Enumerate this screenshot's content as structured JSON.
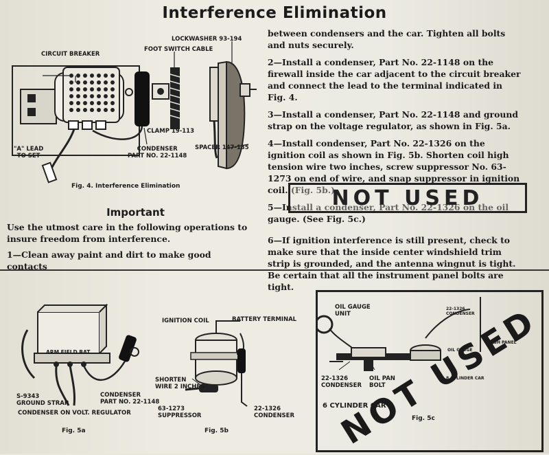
{
  "title": "Interference Elimination",
  "right_column": [
    "between condensers and the car. Tighten all bolts and nuts securely.",
    "2—Install a condenser, Part No. 22-1148 on the firewall inside the car adjacent to the circuit breaker and connect the lead to the terminal indicated in Fig. 4.",
    "3—Install a condenser, Part No. 22-1148 and ground strap on the voltage regulator, as shown in Fig. 5a.",
    "4—Install condenser, Part No. 22-1326 on the ignition coil as shown in Fig. 5b. Shorten coil high tension wire two inches, screw suppressor No. 63-1273 on end of wire, and snap suppressor in ignition coil. (Fig. 5b.)",
    "5—Install a condenser, Part No. 22-1326 on the oil gauge. (See Fig. 5c.)",
    "6—If ignition interference is still present, check to make sure that the inside center windshield trim strip is grounded, and the antenna wingnut is tight. Be certain that all the instrument panel bolts are tight."
  ],
  "important_heading": "Important",
  "left_column": [
    "Use the utmost care in the following operations to insure freedom from interference.",
    "1—Clean away paint and dirt to make good contacts"
  ],
  "stamp_text": "NOT USED",
  "stamp_text_2": "NOT USED",
  "fig4": {
    "caption": "Fig. 4.   Interference Elimination",
    "labels": {
      "circuit_breaker": "CIRCUIT BREAKER",
      "lockwasher": "LOCKWASHER 93-194",
      "foot_switch": "FOOT SWITCH CABLE",
      "a_lead": "\"A\" LEAD\nTO SET",
      "condenser": "CONDENSER\nPART NO. 22-1148",
      "clamp": "CLAMP 19-113",
      "spacer": "SPACER 147-135"
    }
  },
  "fig5a": {
    "caption": "Fig. 5a",
    "labels": {
      "terminals": "ARM FIELD BAT",
      "ground_strap": "S-9343\nGROUND STRAP",
      "condenser": "CONDENSER\nPART NO. 22-1148",
      "title": "CONDENSER ON VOLT. REGULATOR"
    }
  },
  "fig5b": {
    "caption": "Fig. 5b",
    "labels": {
      "ignition_coil": "IGNITION COIL",
      "battery_terminal": "BATTERY TERMINAL",
      "shorten": "SHORTEN\nWIRE 2 INCHES",
      "suppressor": "63-1273\nSUPPRESSOR",
      "condenser": "22-1326\nCONDENSER"
    }
  },
  "fig5c": {
    "caption": "Fig. 5c",
    "labels": {
      "oil_gauge_unit": "OIL GAUGE\nUNIT",
      "condenser": "22-1326\nCONDENSER",
      "oil_pan": "OIL PAN\nBOLT",
      "six_cyl": "6 CYLINDER CAR",
      "eight_cyl": "8 CYLINDER CAR",
      "small_condenser": "22-1326\nCONDENSER",
      "small_oil_gauge": "OIL GAUGE",
      "dash_panel": "DASH PANEL"
    }
  }
}
